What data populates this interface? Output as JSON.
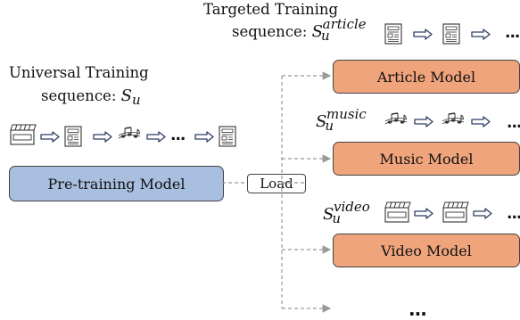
{
  "targeted": {
    "line1": "Targeted Training",
    "line2_prefix": "sequence: ",
    "symbol": "S",
    "sub": "u",
    "sup": "article"
  },
  "universal": {
    "line1": "Universal Training",
    "line2_prefix": "sequence: ",
    "symbol": "S",
    "sub": "u"
  },
  "music_seq": {
    "symbol": "S",
    "sub": "u",
    "sup": "music"
  },
  "video_seq": {
    "symbol": "S",
    "sub": "u",
    "sup": "video"
  },
  "boxes": {
    "pretraining": "Pre-training Model",
    "load": "Load",
    "article": "Article Model",
    "music": "Music Model",
    "video": "Video Model"
  },
  "ellipsis": "...",
  "icons": [
    "clapperboard-icon",
    "document-icon",
    "music-notes-icon",
    "arrow-right-icon"
  ],
  "colors": {
    "pretraining_fill": "#a9bfdf",
    "model_fill": "#f0a47c",
    "arrow_stroke": "#2d3e63",
    "dashed_line": "#999999"
  }
}
